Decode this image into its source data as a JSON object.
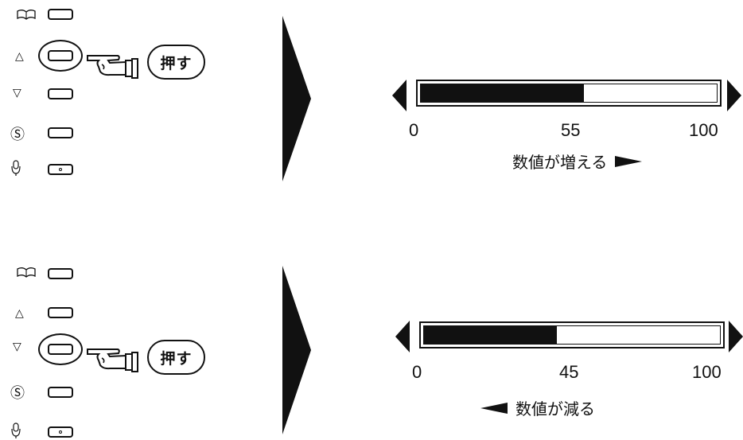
{
  "panels": [
    {
      "id": "increase",
      "rows": [
        {
          "icon": "book-icon",
          "glyph": ""
        },
        {
          "icon": "up-triangle-icon",
          "glyph": "△"
        },
        {
          "icon": "down-triangle-icon",
          "glyph": "▽"
        },
        {
          "icon": "s-circle-icon",
          "glyph": "Ⓢ"
        },
        {
          "icon": "power-icon",
          "glyph": ""
        }
      ],
      "pressed_row": 1,
      "press_label": "押す",
      "bar": {
        "min_label": "0",
        "value_label": "55",
        "max_label": "100",
        "value": 55,
        "min": 0,
        "max": 100
      },
      "caption": "数値が増える",
      "caption_arrow": "right"
    },
    {
      "id": "decrease",
      "rows": [
        {
          "icon": "book-icon",
          "glyph": ""
        },
        {
          "icon": "up-triangle-icon",
          "glyph": "△"
        },
        {
          "icon": "down-triangle-icon",
          "glyph": "▽"
        },
        {
          "icon": "s-circle-icon",
          "glyph": "Ⓢ"
        },
        {
          "icon": "power-icon",
          "glyph": ""
        }
      ],
      "pressed_row": 2,
      "press_label": "押す",
      "bar": {
        "min_label": "0",
        "value_label": "45",
        "max_label": "100",
        "value": 45,
        "min": 0,
        "max": 100
      },
      "caption": "数値が減る",
      "caption_arrow": "left"
    }
  ]
}
